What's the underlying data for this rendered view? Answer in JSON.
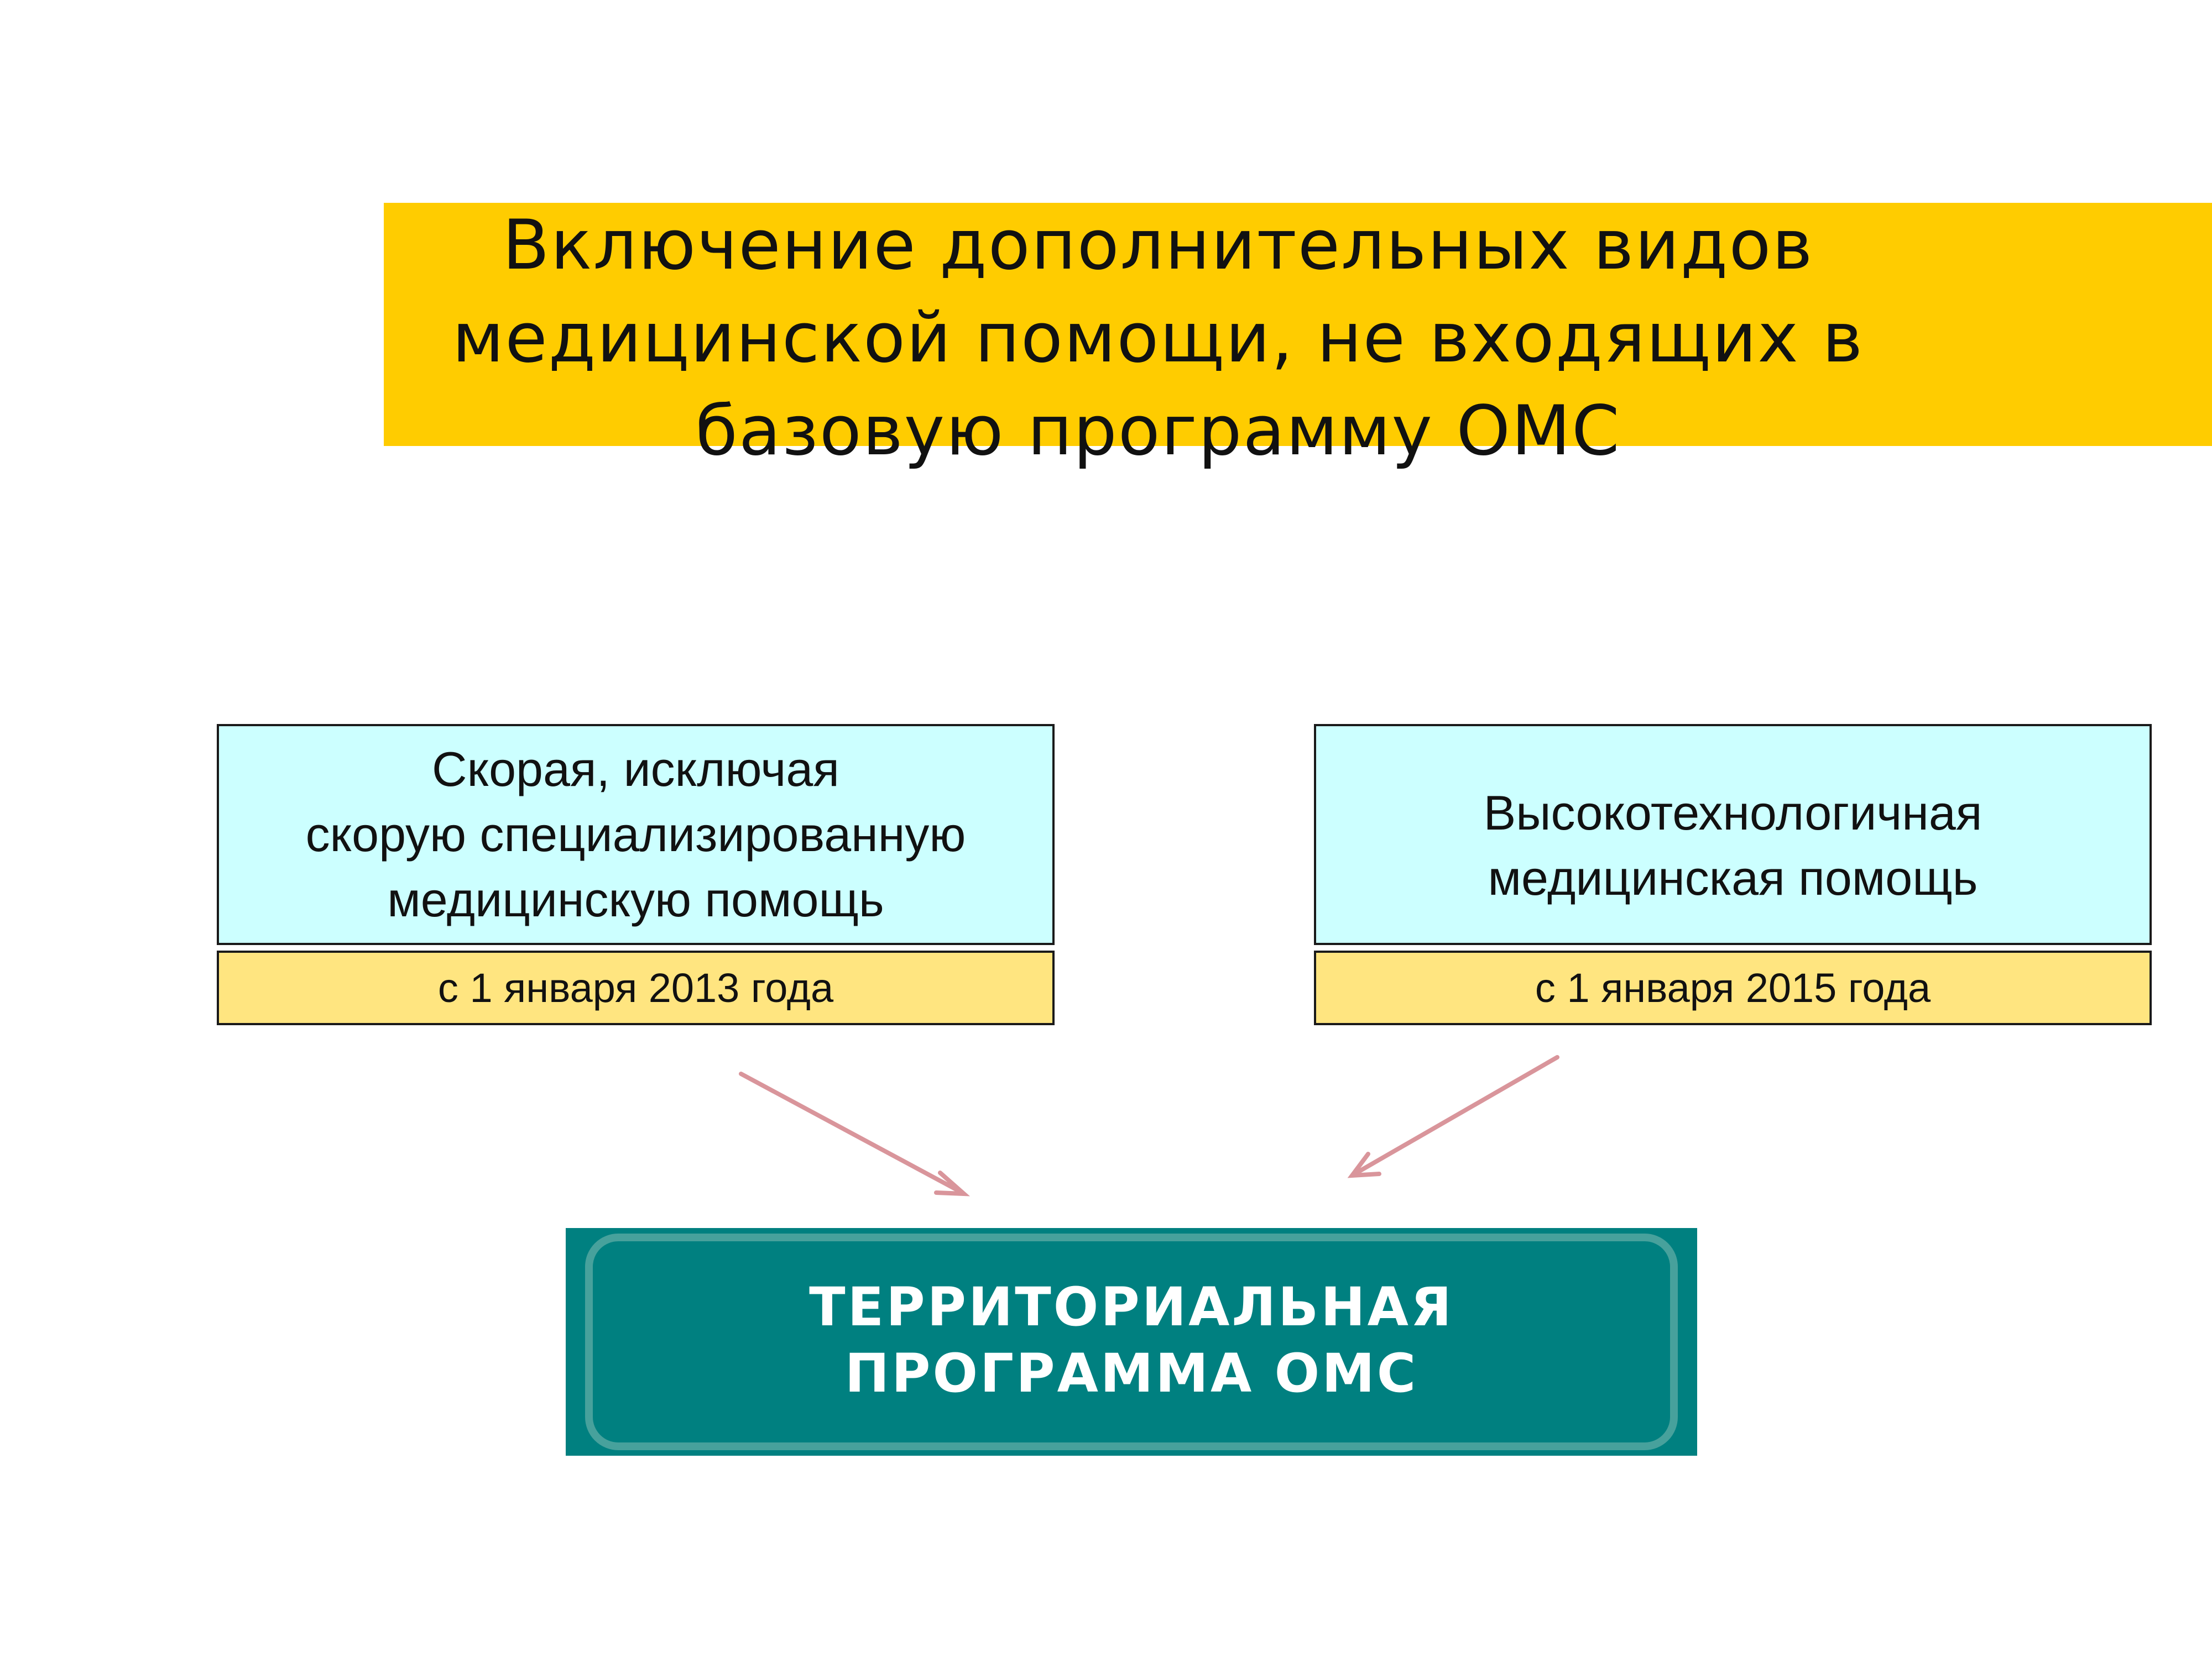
{
  "title": {
    "lines": [
      "Включение дополнительных видов",
      "медицинской помощи, не входящих в",
      "базовую программу ОМС"
    ]
  },
  "boxes": [
    {
      "lines": [
        "Скорая, исключая",
        "скорую специализированную",
        "медицинскую помощь"
      ],
      "date": "с 1 января 2013 года"
    },
    {
      "lines": [
        "Высокотехнологичная",
        "медицинская помощь"
      ],
      "date": "с 1 января 2015 года"
    }
  ],
  "target": {
    "lines": [
      "ТЕРРИТОРИАЛЬНАЯ",
      "ПРОГРАММА ОМС"
    ]
  },
  "colors": {
    "banner": "#FFCC00",
    "box_fill": "#CCFFFF",
    "date_fill": "#FFE580",
    "target_fill": "#008080",
    "arrow": "#D9959B"
  }
}
